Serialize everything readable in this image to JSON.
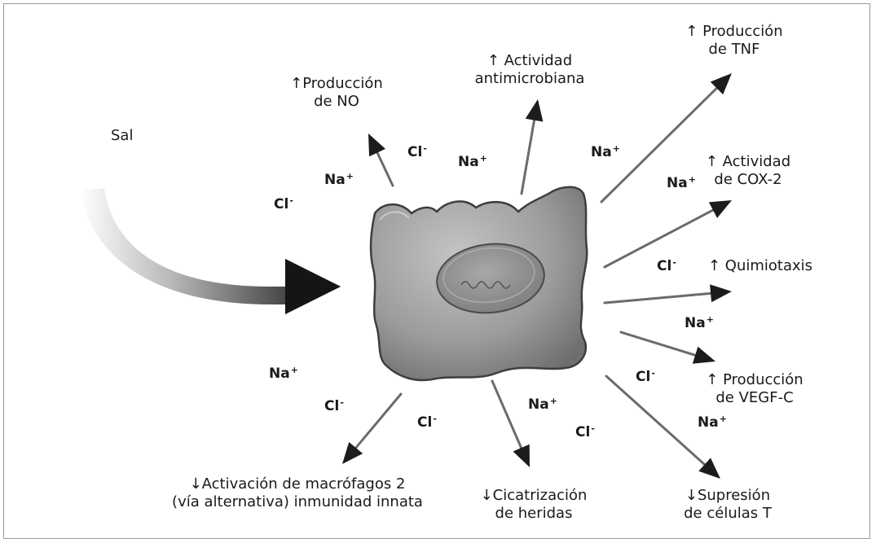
{
  "input_label": "Sal",
  "effects": {
    "tnf": {
      "line1": "↑ Producción",
      "line2": "de TNF"
    },
    "antimicro": {
      "line1": "↑ Actividad",
      "line2": "antimicrobiana"
    },
    "no": {
      "line1": "↑Producción",
      "line2": "de NO"
    },
    "cox2": {
      "line1": "↑ Actividad",
      "line2": "de COX-2"
    },
    "quimio": {
      "line1": "↑ Quimiotaxis"
    },
    "vegf": {
      "line1": "↑ Producción",
      "line2": "de VEGF-C"
    },
    "tcell": {
      "line1": "↓Supresión",
      "line2": "de células T"
    },
    "cicatriz": {
      "line1": "↓Cicatrización",
      "line2": "de heridas"
    },
    "macrofagos": {
      "line1": "↓Activación de macrófagos 2",
      "line2": "(vía alternativa) inmunidad innata"
    }
  },
  "ions": [
    {
      "symbol": "Cl",
      "charge": "-"
    },
    {
      "symbol": "Na",
      "charge": "+"
    },
    {
      "symbol": "Cl",
      "charge": "-"
    },
    {
      "symbol": "Na",
      "charge": "+"
    },
    {
      "symbol": "Na",
      "charge": "+"
    },
    {
      "symbol": "Na",
      "charge": "+"
    },
    {
      "symbol": "Cl",
      "charge": "-"
    },
    {
      "symbol": "Na",
      "charge": "+"
    },
    {
      "symbol": "Cl",
      "charge": "-"
    },
    {
      "symbol": "Na",
      "charge": "+"
    },
    {
      "symbol": "Na",
      "charge": "+"
    },
    {
      "symbol": "Cl",
      "charge": "-"
    },
    {
      "symbol": "Cl",
      "charge": "-"
    },
    {
      "symbol": "Na",
      "charge": "+"
    },
    {
      "symbol": "Cl",
      "charge": "-"
    }
  ]
}
